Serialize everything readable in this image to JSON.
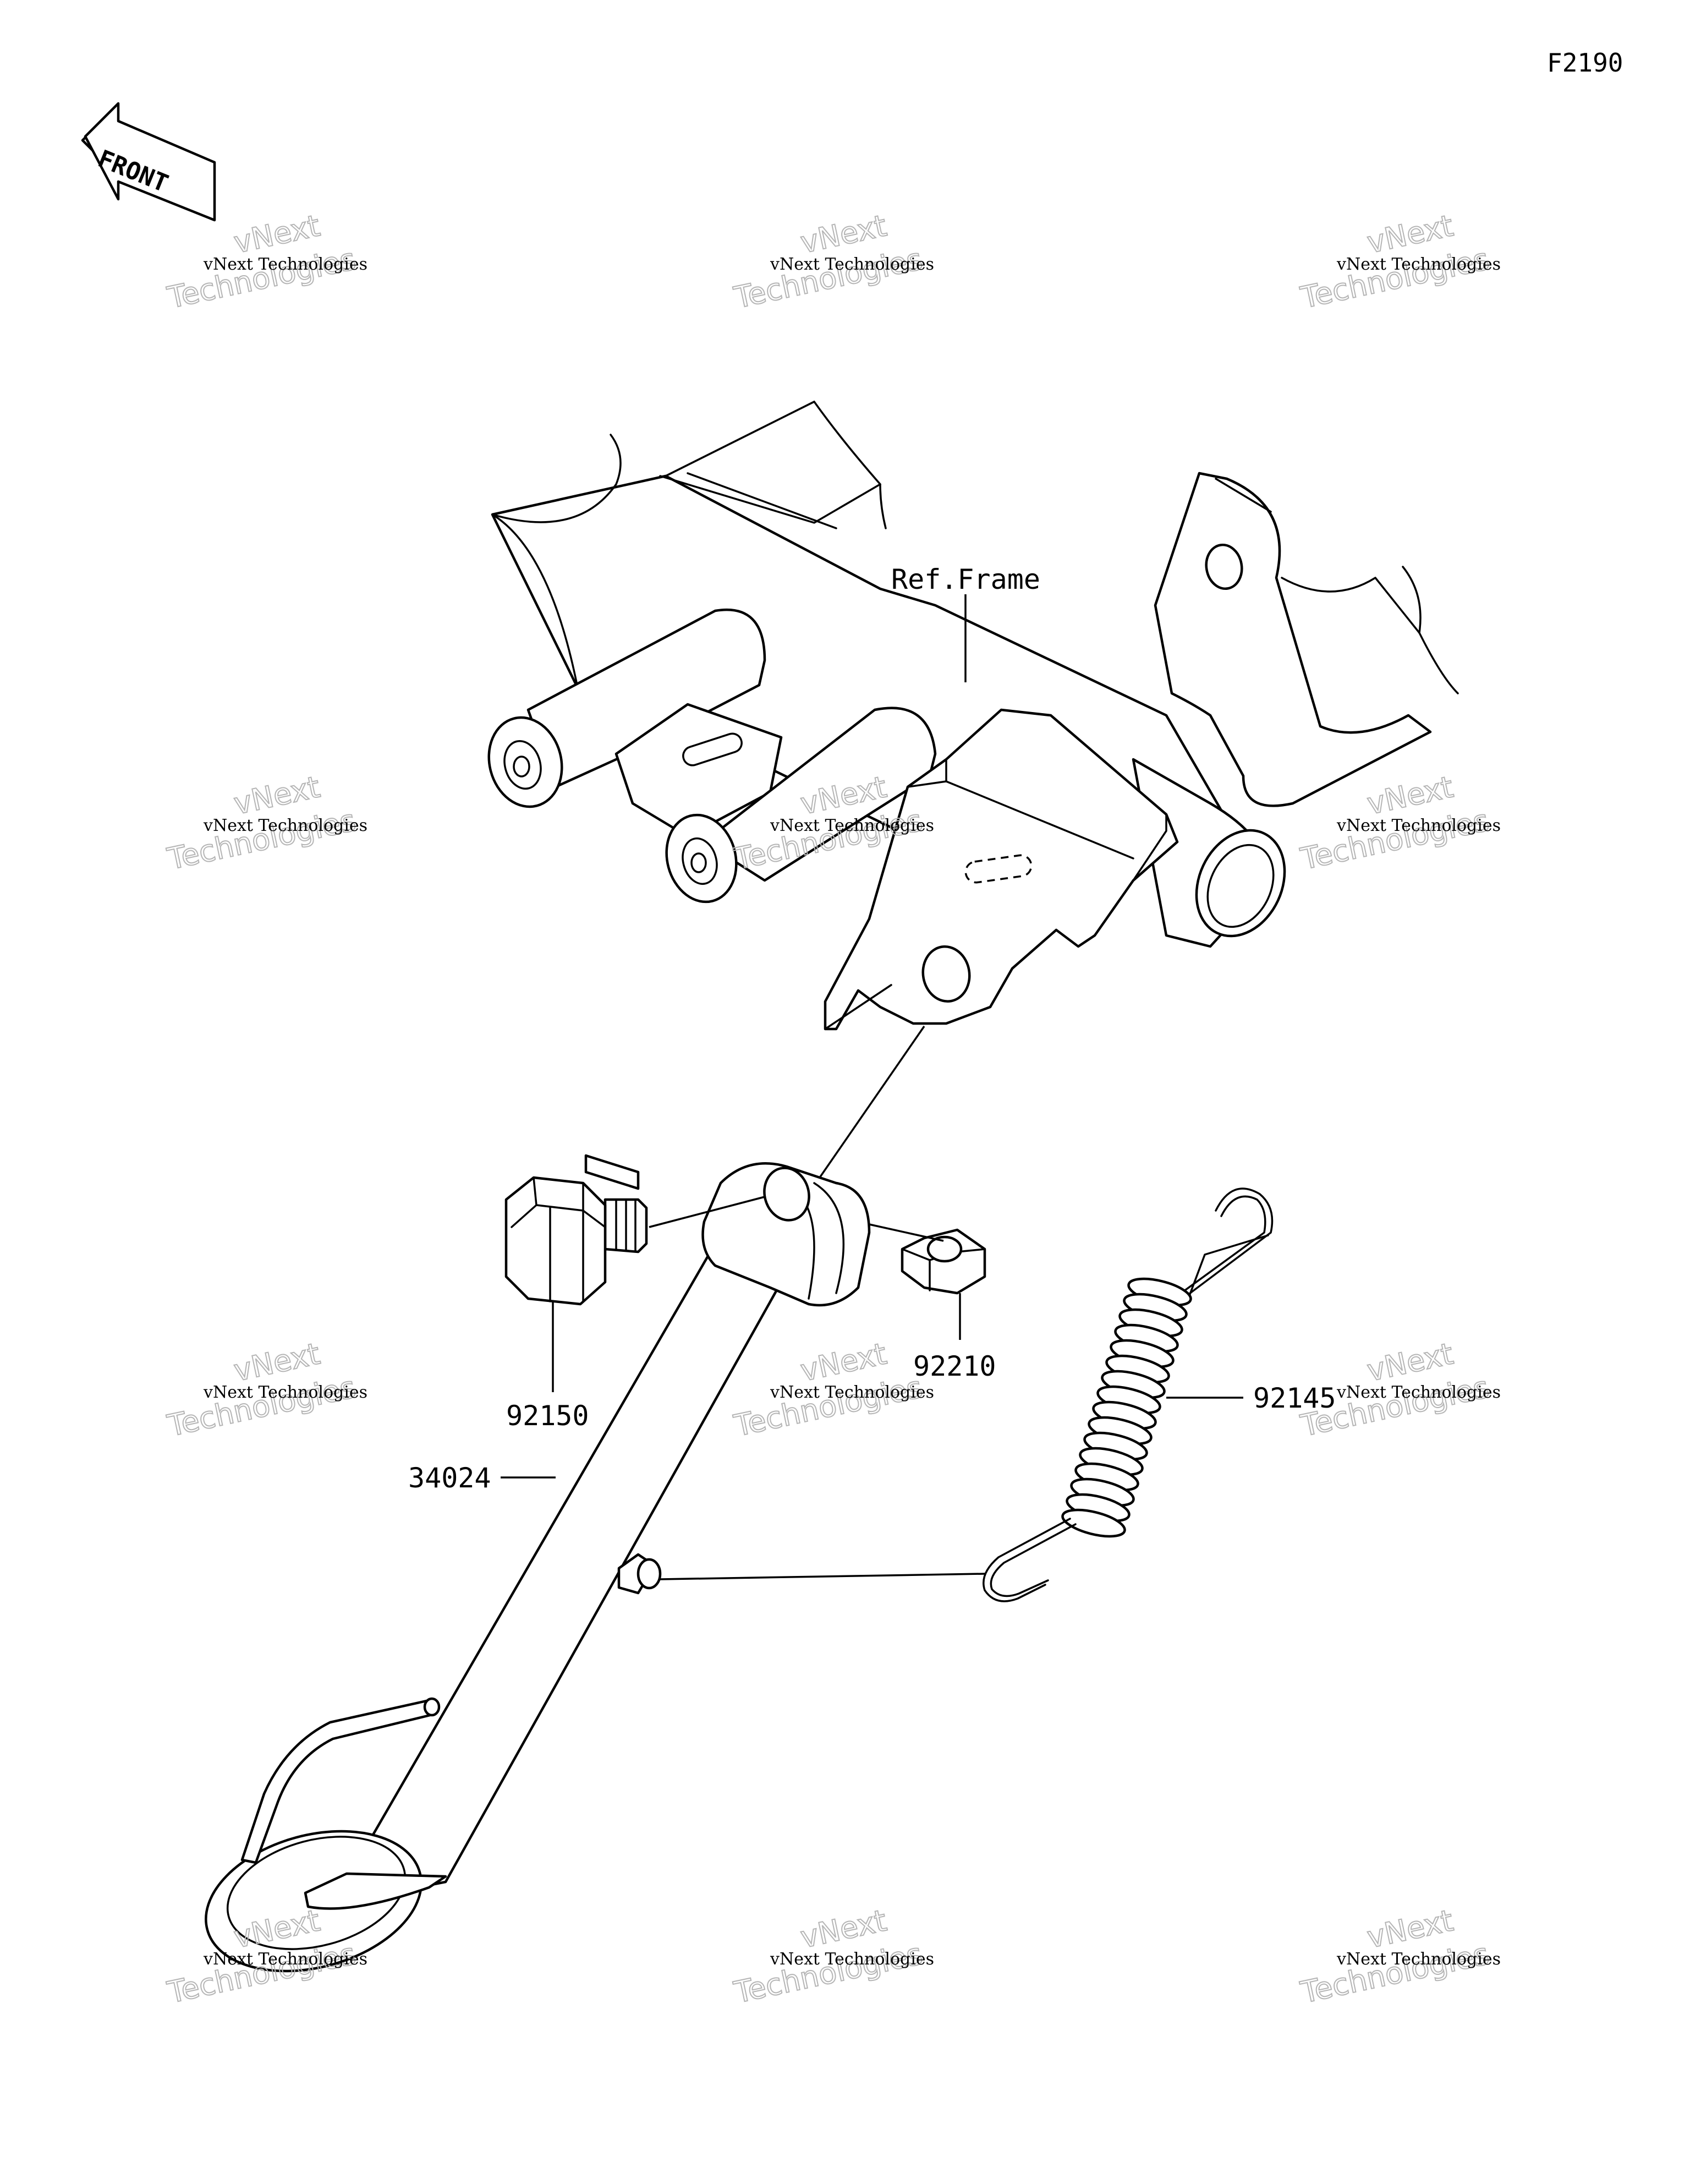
{
  "figure_number": "F2190",
  "orientation_label": "FRONT",
  "frame_reference": "Ref.Frame",
  "callouts": [
    {
      "id": "bolt",
      "label": "92150"
    },
    {
      "id": "nut",
      "label": "92210"
    },
    {
      "id": "spring",
      "label": "92145"
    },
    {
      "id": "side-stand",
      "label": "34024"
    }
  ],
  "watermark": {
    "small": "vNext Technologies",
    "large_line1": "vNext",
    "large_line2": "Technologies"
  },
  "icons": {
    "front-arrow": "front-arrow-icon"
  }
}
